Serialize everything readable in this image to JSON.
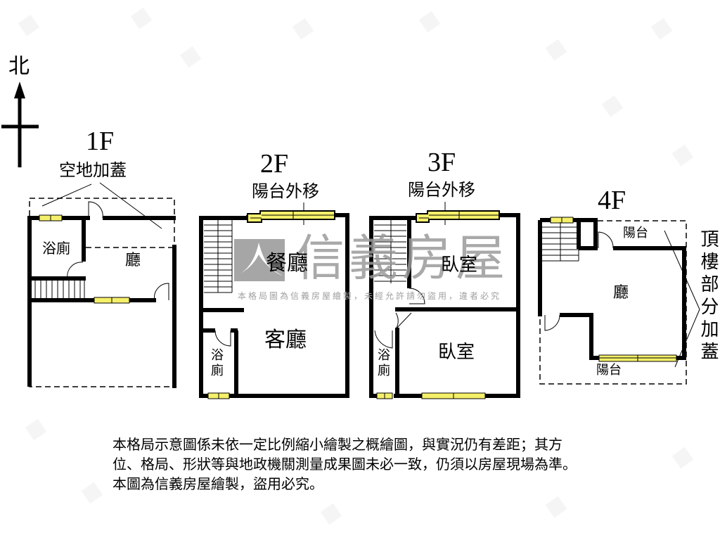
{
  "compass": {
    "north_label": "北"
  },
  "watermark": {
    "brand": "信義房屋",
    "notice": "本格局圖為信義房屋繪製，未經允許請勿盜用，違者必究",
    "logo_color": "#a6a6a6"
  },
  "colors": {
    "wall": "#000000",
    "window_fill": "#f5f06a",
    "background": "#ffffff"
  },
  "floors": [
    {
      "id": "1F",
      "label": "1F",
      "annotation": "空地加蓋",
      "rooms": [
        {
          "name": "浴廁"
        },
        {
          "name": "廳"
        }
      ]
    },
    {
      "id": "2F",
      "label": "2F",
      "annotation": "陽台外移",
      "rooms": [
        {
          "name": "餐廳"
        },
        {
          "name": "客廳"
        },
        {
          "name": "浴廁"
        }
      ]
    },
    {
      "id": "3F",
      "label": "3F",
      "annotation": "陽台外移",
      "rooms": [
        {
          "name": "臥室"
        },
        {
          "name": "臥室"
        },
        {
          "name": "浴廁"
        }
      ]
    },
    {
      "id": "4F",
      "label": "4F",
      "annotation": "頂樓部分加蓋",
      "rooms": [
        {
          "name": "陽台"
        },
        {
          "name": "廳"
        },
        {
          "name": "陽台"
        }
      ]
    }
  ],
  "disclaimer": {
    "lines": [
      "本格局示意圖係未依一定比例縮小繪製之概繪圖，與實況仍有差距；其方",
      "位、格局、形狀等與地政機關測量成果圖未必一致，仍須以房屋現場為準。",
      "本圖為信義房屋繪製，盜用必究。"
    ]
  }
}
